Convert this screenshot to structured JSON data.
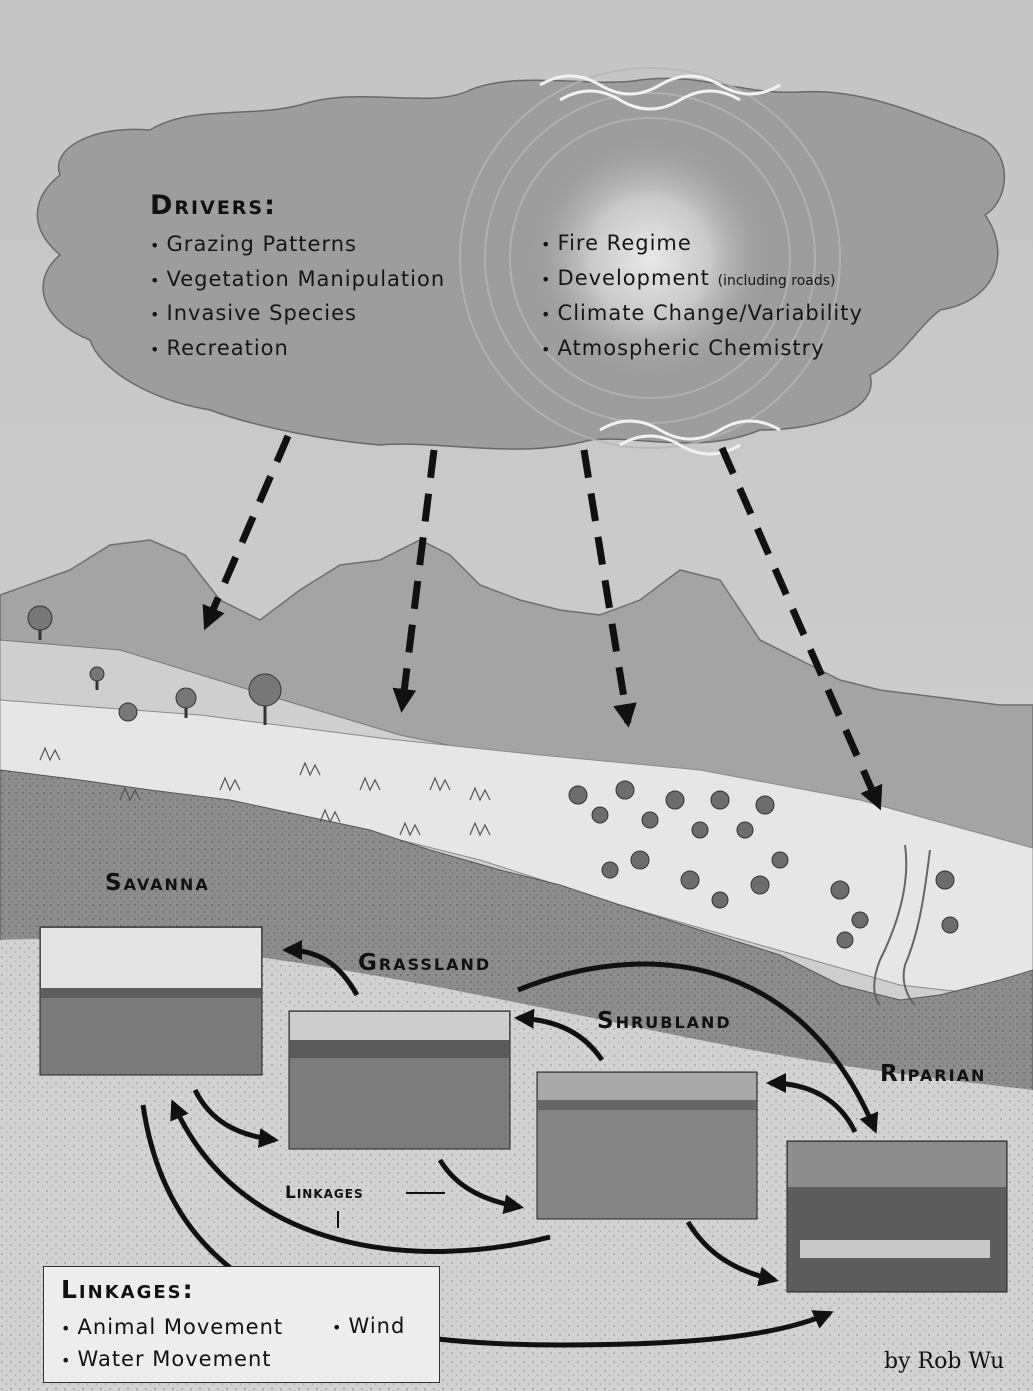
{
  "drivers": {
    "title": "Drivers:",
    "left": [
      "Grazing Patterns",
      "Vegetation Manipulation",
      "Invasive Species",
      "Recreation"
    ],
    "right": [
      "Fire Regime",
      "Development",
      "Climate Change/Variability",
      "Atmospheric Chemistry"
    ],
    "development_note": "(including roads)"
  },
  "ecosystems": {
    "savanna": "Savanna",
    "grassland": "Grassland",
    "shrubland": "Shrubland",
    "riparian": "Riparian"
  },
  "linkages_marker": "Linkages",
  "linkages_box": {
    "title": "Linkages:",
    "items": [
      "Animal Movement",
      "Wind",
      "Water Movement"
    ]
  },
  "credit": "by Rob Wu"
}
